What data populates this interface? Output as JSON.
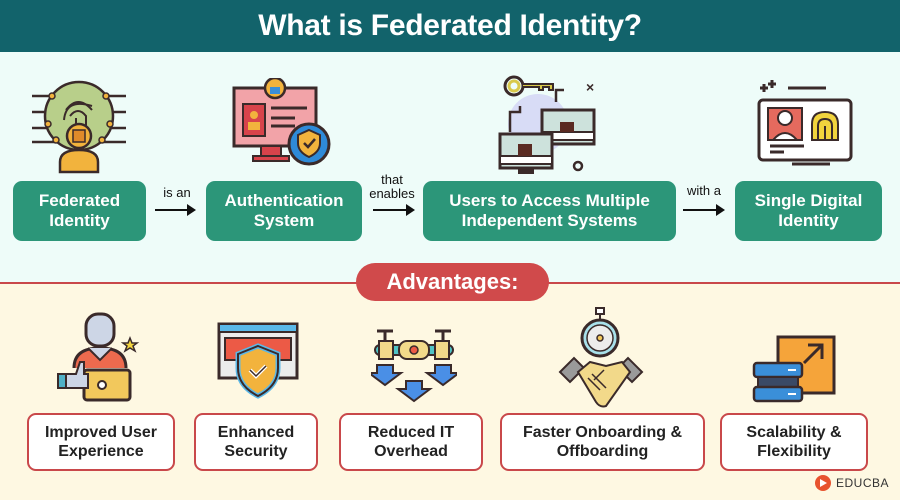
{
  "title": "What is Federated Identity?",
  "flow": {
    "nodes": [
      {
        "label": "Federated Identity",
        "icon": "fingerprint-user-icon"
      },
      {
        "label": "Authentication System",
        "icon": "monitor-shield-icon"
      },
      {
        "label": "Users to Access Multiple Independent Systems",
        "icon": "key-monitors-icon"
      },
      {
        "label": "Single Digital Identity",
        "icon": "id-card-fingerprint-icon"
      }
    ],
    "connectors": [
      "is an",
      "that enables",
      "with a"
    ]
  },
  "advantages": {
    "heading": "Advantages:",
    "items": [
      {
        "label": "Improved User Experience",
        "icon": "user-laptop-thumbs-up-icon"
      },
      {
        "label": "Enhanced Security",
        "icon": "shield-check-icon"
      },
      {
        "label": "Reduced IT Overhead",
        "icon": "drone-arrows-down-icon"
      },
      {
        "label": "Faster Onboarding & Offboarding",
        "icon": "stopwatch-handshake-icon"
      },
      {
        "label": "Scalability & Flexibility",
        "icon": "server-scale-icon"
      }
    ]
  },
  "brand": {
    "name": "EDUCBA"
  },
  "colors": {
    "header": "#12636b",
    "flow_box": "#2c9679",
    "accent_red": "#d04a4b",
    "top_bg": "#eefcf9",
    "bottom_bg": "#fef8e2"
  }
}
